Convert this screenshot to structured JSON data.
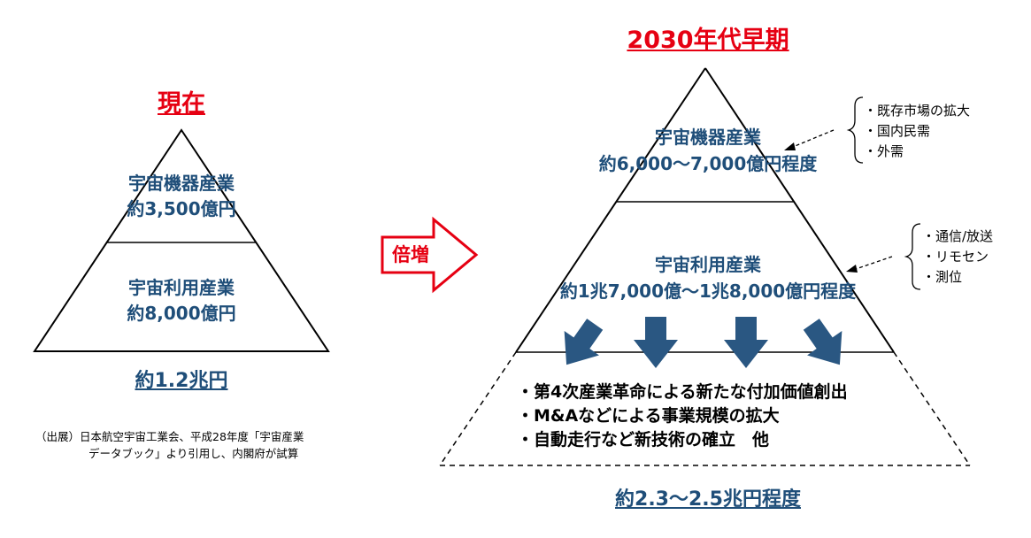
{
  "current": {
    "title": "現在",
    "top_segment": {
      "name": "宇宙機器産業",
      "value": "約3,500億円"
    },
    "bottom_segment": {
      "name": "宇宙利用産業",
      "value": "約8,000億円"
    },
    "total": "約1.2兆円",
    "source_line1": "（出展）日本航空宇宙工業会、平成28年度「宇宙産業",
    "source_line2": "データブック」より引用し、内閣府が試算"
  },
  "arrow": {
    "label": "倍増"
  },
  "future": {
    "title": "2030年代早期",
    "top_segment": {
      "name": "宇宙機器産業",
      "value": "約6,000～7,000億円程度"
    },
    "middle_segment": {
      "name": "宇宙利用産業",
      "value": "約1兆7,000億～1兆8,000億円程度"
    },
    "bottom_items": [
      "・第4次産業革命による新たな付加価値創出",
      "・M&Aなどによる事業規模の拡大",
      "・自動走行など新技術の確立　他"
    ],
    "total": "約2.3～2.5兆円程度",
    "top_notes": [
      "・既存市場の拡大",
      "・国内民需",
      "・外需"
    ],
    "middle_notes": [
      "・通信/放送",
      "・リモセン",
      "・測位"
    ]
  },
  "colors": {
    "title_red": "#e60012",
    "text_blue": "#1f4e79",
    "down_arrow": "#2a5782"
  }
}
